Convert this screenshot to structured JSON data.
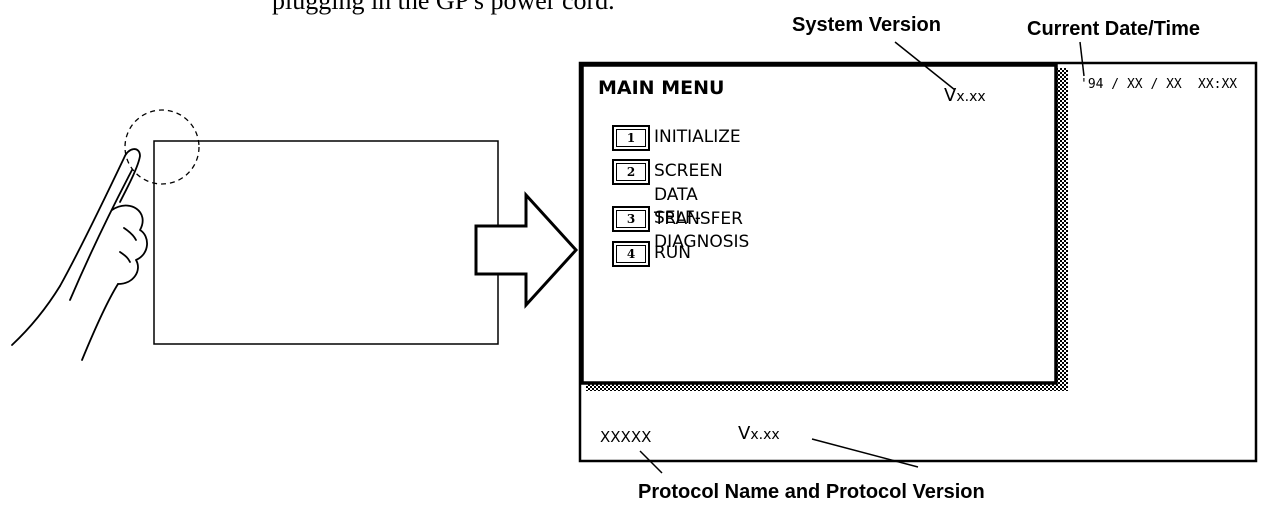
{
  "intro_text": "plugging in the GP's power cord.",
  "callouts": {
    "system_version": "System Version",
    "current_datetime": "Current Date/Time",
    "protocol": "Protocol Name and Protocol Version"
  },
  "screen": {
    "title": "MAIN MENU",
    "version_prefix": "V",
    "version_value": "x.xx",
    "menu": [
      {
        "key": "1",
        "label": "INITIALIZE"
      },
      {
        "key": "2",
        "label": "SCREEN DATA TRANSFER"
      },
      {
        "key": "3",
        "label": "SELF-DIAGNOSIS"
      },
      {
        "key": "4",
        "label": "RUN"
      }
    ],
    "date": "'94 / XX / XX",
    "time": "XX:XX",
    "protocol_name": "XXXXX",
    "protocol_version_prefix": "V",
    "protocol_version_value": "x.xx"
  }
}
